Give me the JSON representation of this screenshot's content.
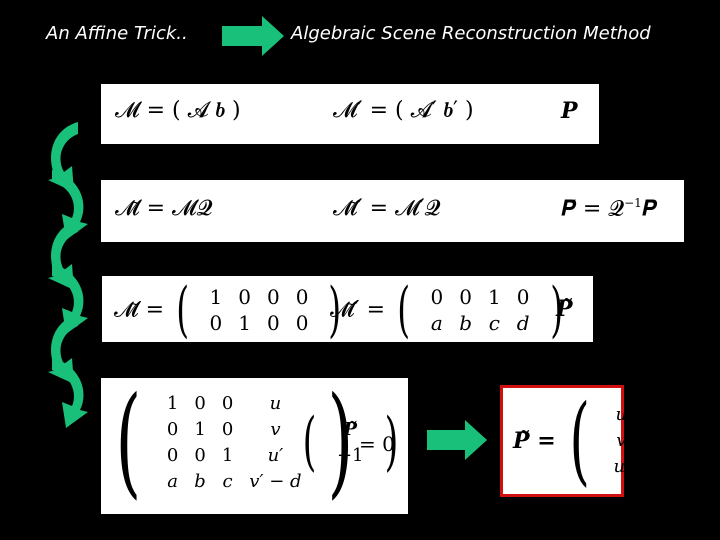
{
  "header": {
    "left_title": "An Affine Trick..",
    "right_title": "Algebraic Scene Reconstruction Method"
  },
  "row1": {
    "eq_a": "𝓜 = ( 𝓐   𝒃 )",
    "eq_b": "𝓜′ = ( 𝓐′   𝒃′ )",
    "eq_c": "𝑷"
  },
  "row2": {
    "eq_a": "𝓜̃ = 𝓜𝓠",
    "eq_b": "𝓜̃′ = 𝓜′𝓠",
    "eq_c_left": "𝑷̃ = 𝓠",
    "eq_c_sup": "−1",
    "eq_c_right": "𝑷"
  },
  "row3": {
    "lhs_a": "𝓜̃ =",
    "matrix_a": [
      [
        "1",
        "0",
        "0",
        "0"
      ],
      [
        "0",
        "1",
        "0",
        "0"
      ]
    ],
    "lhs_b": "𝓜̃′ =",
    "matrix_b": [
      [
        "0",
        "0",
        "1",
        "0"
      ],
      [
        "a",
        "b",
        "c",
        "d"
      ]
    ],
    "rhs": "𝑷̃"
  },
  "row4": {
    "matrix": [
      [
        "1",
        "0",
        "0",
        "u"
      ],
      [
        "0",
        "1",
        "0",
        "v"
      ],
      [
        "0",
        "0",
        "1",
        "u′"
      ],
      [
        "a",
        "b",
        "c",
        "v′ − d"
      ]
    ],
    "vector": [
      "𝑷̃",
      "−1"
    ],
    "equals": "= 0"
  },
  "result": {
    "lhs": "𝑷̃ =",
    "vector": [
      "u",
      "v",
      "u′"
    ]
  },
  "colors": {
    "background": "#000000",
    "arrow_green": "#19c07a",
    "highlight_border": "#d01010"
  }
}
